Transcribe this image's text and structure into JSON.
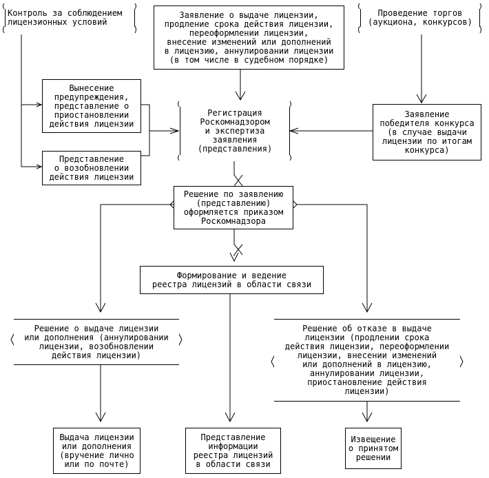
{
  "boxes": {
    "control": "Контроль за соблюдением\nлицензионных условий",
    "application": "Заявление о выдаче лицензии,\nпродление срока действия лицензии,\nпереоформлении лицензии,\nвнесение изменений или дополнений\nв лицензию, аннулировании лицензии\n(в том числе в судебном порядке)",
    "auction": "Проведение торгов\n(аукциона, конкурсов)",
    "warning": "Вынесение\nпредупреждения,\nпредставление о\nприостановлении\nдействия лицензии",
    "renewal": "Представление\nо возобновлении\nдействия лицензии",
    "registration": "Регистрация\nРоскомнадзором\nи экспертиза\nзаявления\n(представления)",
    "winner": "Заявление\nпобедителя конкурса\n(в случае выдачи\nлицензии по итогам\nконкурса)",
    "decision": "Решение по заявлению\n(представлению)\nоформляется приказом\nРоскомнадзора",
    "registry": "Формирование и ведение\nреестра лицензий в области связи",
    "grant_decision": "Решение о выдаче лицензии\nили дополнения (аннулировании\nлицензии, возобновлении\nдействия лицензии)",
    "refusal": "Решение об отказе в выдаче\nлицензии (продлении срока\nдействия лицензии, переоформлении\nлицензии, внесении изменений\nили дополнений в лицензию,\nаннулировании лицензии,\nприостановление действия\nлицензии)",
    "issue": "Выдача лицензии\nили дополнения\n(вручение лично\nили по почте)",
    "registry_info": "Представление\nинформации\nреестра лицензий\nв области связи",
    "notice": "Извещение\nо принятом\nрешении"
  }
}
